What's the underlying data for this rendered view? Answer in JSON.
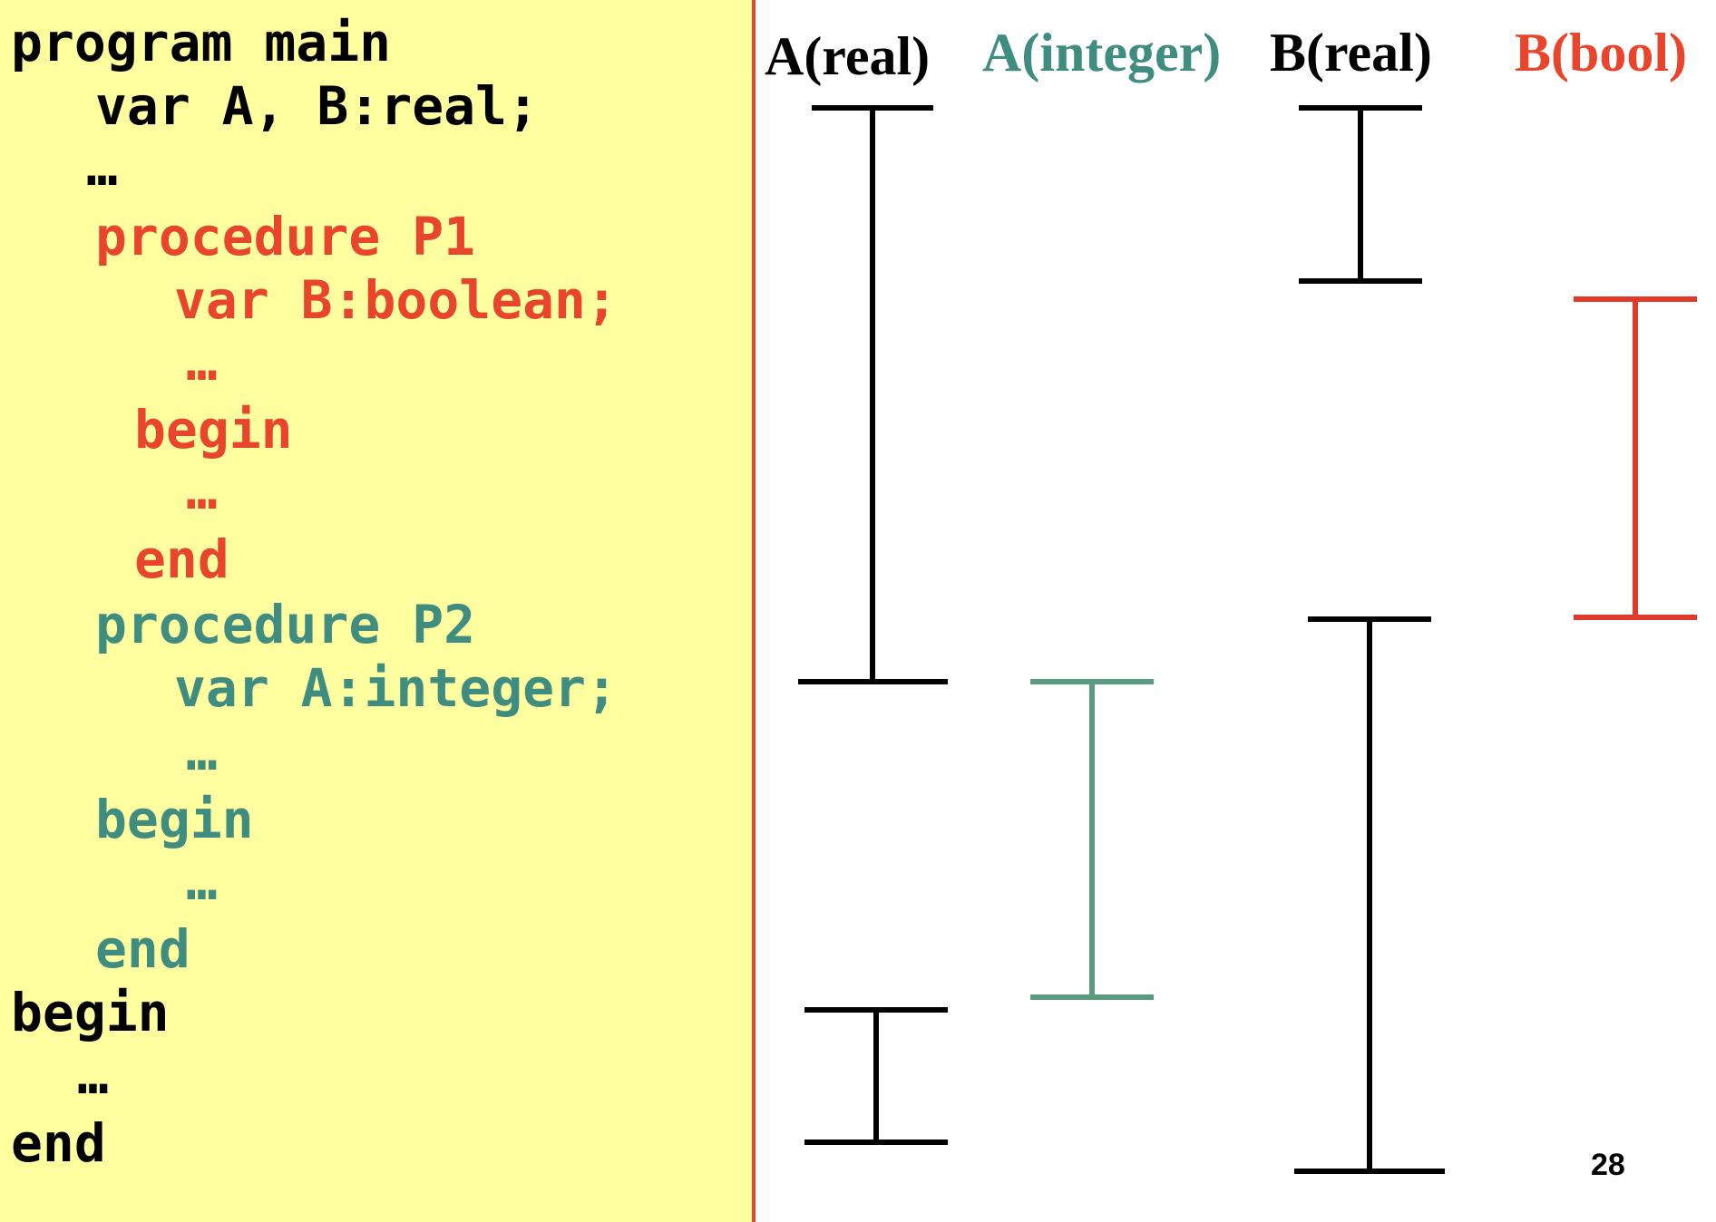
{
  "colors": {
    "black": "#000000",
    "red": "#e8452c",
    "teal": "#3f8c80",
    "green_bar": "#5a9a7e",
    "red_bar": "#e03a2a",
    "panel_bg": "#ffffa0"
  },
  "code_lines": [
    {
      "text": "program main",
      "color": "black"
    },
    {
      "text": "var A, B:real;",
      "color": "black"
    },
    {
      "text": "…",
      "color": "black"
    },
    {
      "text": "procedure P1",
      "color": "red"
    },
    {
      "text": "var B:boolean;",
      "color": "red"
    },
    {
      "text": "…",
      "color": "red"
    },
    {
      "text": "begin",
      "color": "red"
    },
    {
      "text": "…",
      "color": "red"
    },
    {
      "text": "end",
      "color": "red"
    },
    {
      "text": "procedure P2",
      "color": "teal"
    },
    {
      "text": "var A:integer;",
      "color": "teal"
    },
    {
      "text": "…",
      "color": "teal"
    },
    {
      "text": "begin",
      "color": "teal"
    },
    {
      "text": "…",
      "color": "teal"
    },
    {
      "text": "end",
      "color": "teal"
    },
    {
      "text": "begin",
      "color": "black"
    },
    {
      "text": "…",
      "color": "black"
    },
    {
      "text": "end",
      "color": "black"
    }
  ],
  "labels": {
    "a_real": "A(real)",
    "a_integer": "A(integer)",
    "b_real": "B(real)",
    "b_bool": "B(bool)"
  },
  "page_number": "28"
}
